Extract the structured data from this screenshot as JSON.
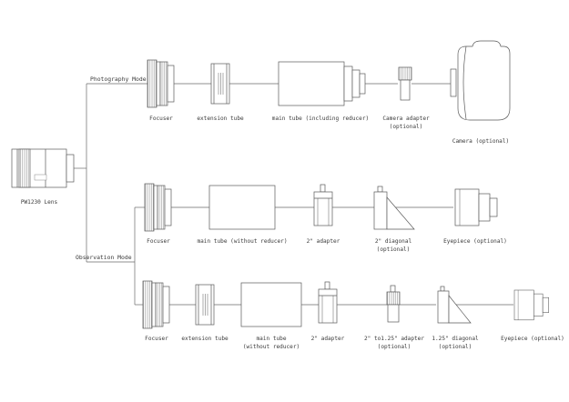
{
  "lens": {
    "label": "PW1230 Lens"
  },
  "modes": {
    "photography": "Photography Mode",
    "observation": "Observation Mode"
  },
  "rows": [
    {
      "name": "photography",
      "components": [
        {
          "label": "Focuser"
        },
        {
          "label": "extension tube"
        },
        {
          "label": "main tube (including reducer)"
        },
        {
          "label": "Camera adapter",
          "sublabel": "(optional)"
        },
        {
          "label": "Camera (optional)"
        }
      ]
    },
    {
      "name": "observation-2inch",
      "components": [
        {
          "label": "Focuser"
        },
        {
          "label": "main tube (without reducer)"
        },
        {
          "label": "2\" adapter"
        },
        {
          "label": "2\" diagonal",
          "sublabel": "(optional)"
        },
        {
          "label": "Eyepiece (optional)"
        }
      ]
    },
    {
      "name": "observation-1.25inch",
      "components": [
        {
          "label": "Focuser"
        },
        {
          "label": "extension tube"
        },
        {
          "label": "main tube",
          "sublabel": "(without reducer)"
        },
        {
          "label": "2\" adapter"
        },
        {
          "label": "2\" to1.25\" adapter",
          "sublabel": "(optional)"
        },
        {
          "label": "1.25\" diagonal",
          "sublabel": "(optional)"
        },
        {
          "label": "Eyepiece (optional)"
        }
      ]
    }
  ]
}
